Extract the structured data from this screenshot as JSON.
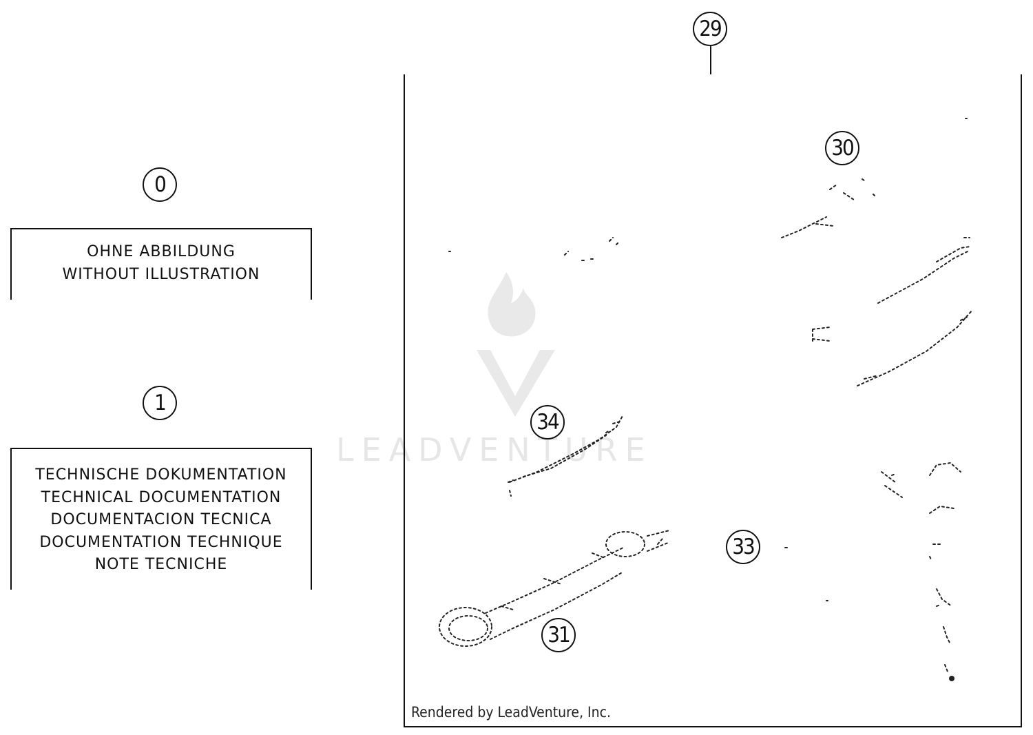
{
  "callouts": {
    "c0": "0",
    "c1": "1",
    "c29": "29",
    "c30": "30",
    "c31": "31",
    "c33": "33",
    "c34": "34"
  },
  "label_box_0": {
    "lines": [
      "OHNE ABBILDUNG",
      "WITHOUT ILLUSTRATION"
    ]
  },
  "label_box_1": {
    "lines": [
      "TECHNISCHE DOKUMENTATION",
      "TECHNICAL DOCUMENTATION",
      "DOCUMENTACION TECNICA",
      "DOCUMENTATION TECHNIQUE",
      "NOTE TECNICHE"
    ]
  },
  "watermark": {
    "text": "LEADVENTURE",
    "icon": "leadventure-flame-logo-icon",
    "color": "#e6e6e6"
  },
  "credit": "Rendered by LeadVenture, Inc.",
  "icons": {
    "tool_30": "wrench-icon",
    "tool_31": "combination-wrench-icon",
    "tool_33": "hex-key-icon",
    "tool_34": "spanner-icon"
  }
}
